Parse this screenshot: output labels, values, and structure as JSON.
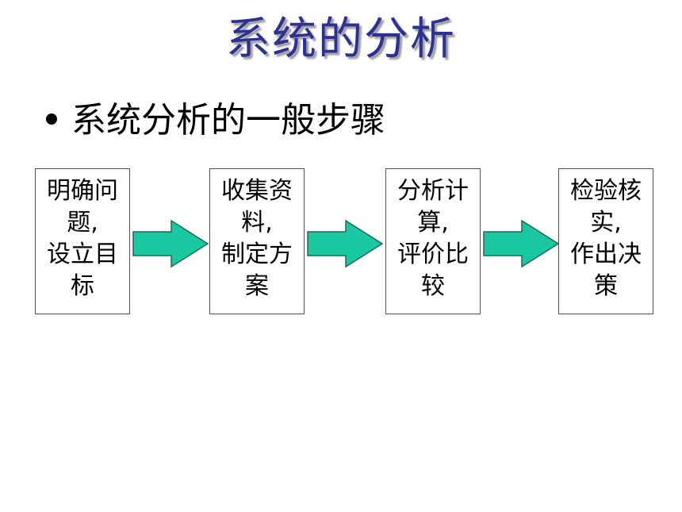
{
  "slide": {
    "title": "系统的分析",
    "bullet": "系统分析的一般步骤"
  },
  "steps": [
    {
      "text": "明确问\n题,\n设立目\n标"
    },
    {
      "text": "收集资\n料,\n制定方\n案"
    },
    {
      "text": "分析计\n算,\n评价比\n较"
    },
    {
      "text": "检验核\n实,\n作出决\n策"
    }
  ],
  "colors": {
    "title": "#2e3192",
    "arrow_fill": "#19c7a0",
    "arrow_stroke": "#1a6b55"
  }
}
